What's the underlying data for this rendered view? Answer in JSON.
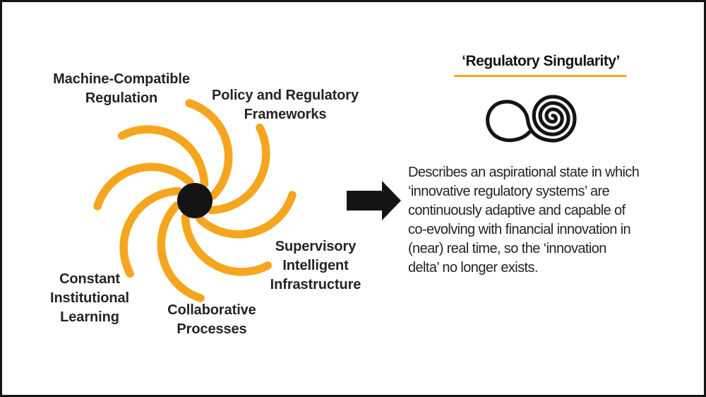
{
  "diagram": {
    "spoke_labels": {
      "machine_compatible_regulation": [
        "Machine-Compatible",
        "Regulation"
      ],
      "policy_regulatory_frameworks": [
        "Policy and Regulatory",
        "Frameworks"
      ],
      "supervisory_intelligent_infrastructure": [
        "Supervisory",
        "Intelligent",
        "Infrastructure"
      ],
      "collaborative_processes": [
        "Collaborative",
        "Processes"
      ],
      "constant_institutional_learning": [
        "Constant",
        "Institutional",
        "Learning"
      ]
    }
  },
  "definition_panel": {
    "title": "‘Regulatory Singularity’",
    "description_lines": [
      "Describes an aspirational state in which",
      "‘innovative regulatory systems’ are",
      "continuously adaptive and capable of",
      "co-evolving with financial innovation in",
      "(near) real time, so the ‘innovation",
      "delta’ no longer exists."
    ]
  },
  "icons": {
    "pinwheel": "pinwheel-swirl",
    "arrow": "right-arrow",
    "infinity_spiral": "infinity-spiral"
  },
  "colors": {
    "accent_orange": "#F5A61E",
    "ink_black": "#141414",
    "text": "#262324",
    "background": "#FFFFFF"
  }
}
